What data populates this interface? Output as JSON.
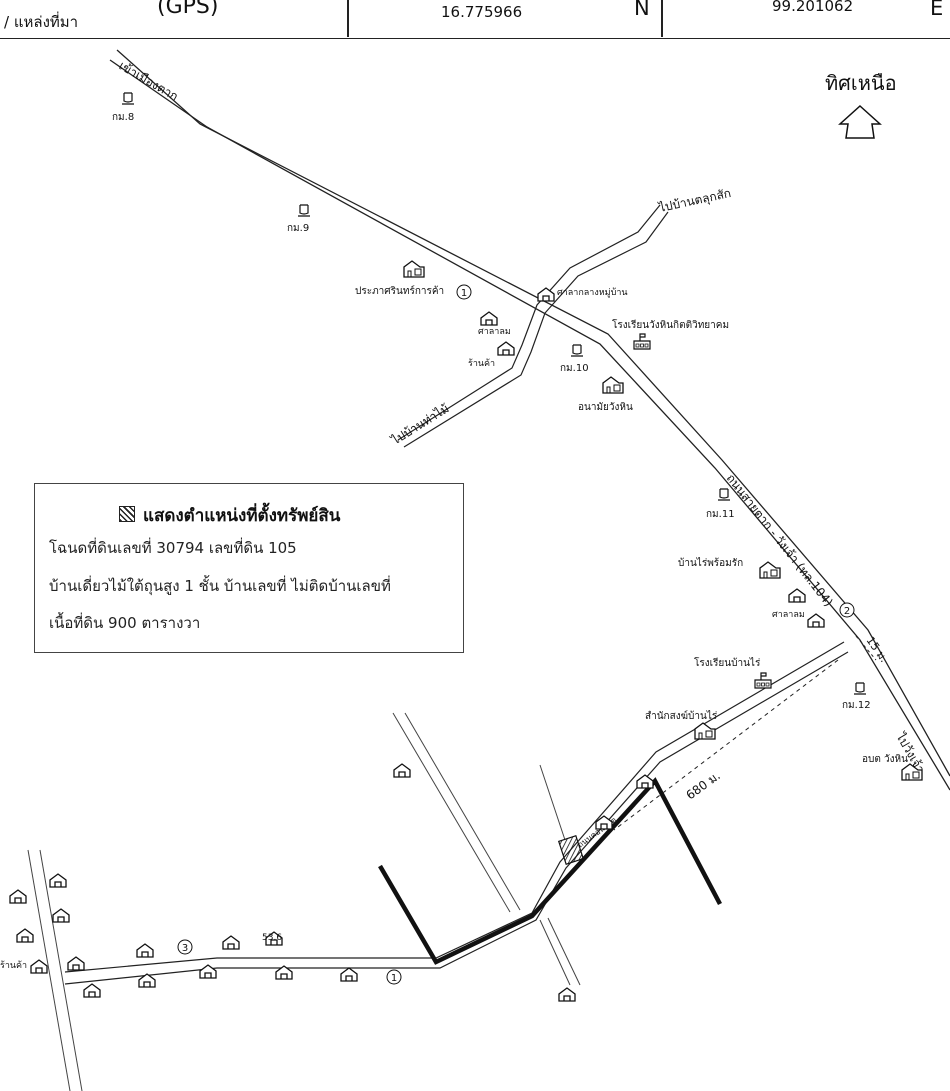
{
  "header": {
    "source_label": "/ แหล่งที่มา",
    "gps_label": "(GPS)",
    "latitude": "16.775966",
    "lat_unit": "N",
    "longitude": "99.201062",
    "lon_unit": "E"
  },
  "north": {
    "label": "ทิศเหนือ"
  },
  "roads": {
    "to_city": "เข้าเมืองตาก",
    "to_tala": "ไปบ้านตลุกสัก",
    "to_tha": "ไปบ้านท่าไม้",
    "highway": "ถนนสายตาก - วังเจ้า (ทล.104)",
    "to_wangchao": "ไปวังเจ้า",
    "lane_width": "15 ม.",
    "distance": "680 ม.",
    "local_road": "ถนนคอนกรีต"
  },
  "markers": {
    "km8": "กม.8",
    "km9": "กม.9",
    "km10": "กม.10",
    "km11": "กม.11",
    "km12": "กม.12"
  },
  "places": {
    "shop1": "ประภาศรินทร์การค้า",
    "hall_village": "ศาลากลางหมู่บ้าน",
    "school1": "โรงเรียนวังหินกิตติวิทยาคม",
    "pavilion1": "ศาลาลม",
    "shop2": "ร้านค้า",
    "health": "อนามัยวังหิน",
    "house_rai": "บ้านไร่พร้อมรัก",
    "pavilion2": "ศาลาลม",
    "school2": "โรงเรียนบ้านไร่",
    "monk": "สำนักสงฆ์บ้านไร่",
    "sao": "อบต วังหิน",
    "shop3": "ร้านค้า",
    "spot_height": "53.6"
  },
  "points": {
    "p1a": "1",
    "p2": "2",
    "p3": "3",
    "p1b": "1"
  },
  "legend": {
    "title": "แสดงตำแหน่งที่ตั้งทรัพย์สิน",
    "line1": "โฉนดที่ดินเลขที่ 30794 เลขที่ดิน 105",
    "line2": "บ้านเดี่ยวไม้ใต้ถุนสูง 1 ชั้น  บ้านเลขที่ ไม่ติดบ้านเลขที่",
    "line3": "เนื้อที่ดิน 900 ตารางวา"
  }
}
